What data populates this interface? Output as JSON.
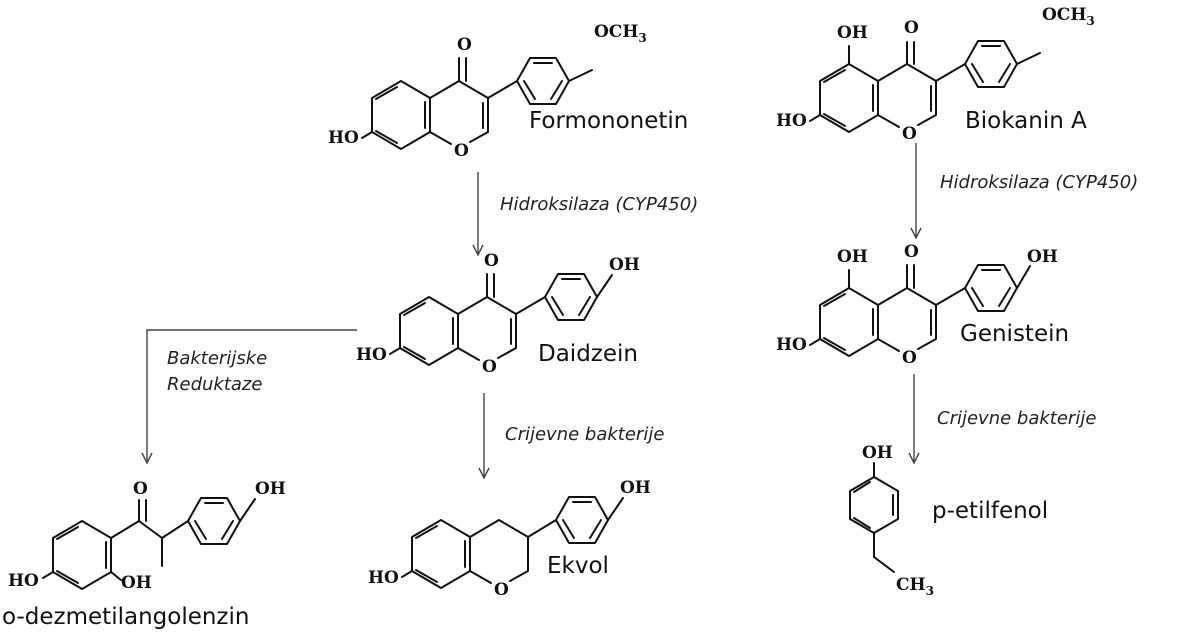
{
  "compounds": {
    "formononetin": {
      "name": "Formononetin",
      "substituents": [
        "O",
        "OCH",
        "3",
        "HO",
        "O"
      ]
    },
    "biokanin": {
      "name": "Biokanin A",
      "substituents": [
        "OH",
        "O",
        "OCH",
        "3",
        "HO",
        "O"
      ]
    },
    "daidzein": {
      "name": "Daidzein",
      "substituents": [
        "O",
        "OH",
        "HO",
        "O"
      ]
    },
    "genistein": {
      "name": "Genistein",
      "substituents": [
        "OH",
        "O",
        "OH",
        "HO",
        "O"
      ]
    },
    "odma": {
      "name": "o-dezmetilangolenzin",
      "substituents": [
        "O",
        "OH",
        "HO",
        "OH"
      ]
    },
    "ekvol": {
      "name": "Ekvol",
      "substituents": [
        "OH",
        "HO",
        "O"
      ]
    },
    "etilfenol": {
      "name": "p-etilfenol",
      "substituents": [
        "OH",
        "CH",
        "3"
      ]
    }
  },
  "enzymes": {
    "hydroxylase_left": "Hidroksilaza (CYP450)",
    "hydroxylase_right": "Hidroksilaza (CYP450)",
    "reductase_line1": "Bakterijske",
    "reductase_line2": "Reduktaze",
    "gut_left": "Crijevne bakterije",
    "gut_right": "Crijevne bakterije"
  }
}
